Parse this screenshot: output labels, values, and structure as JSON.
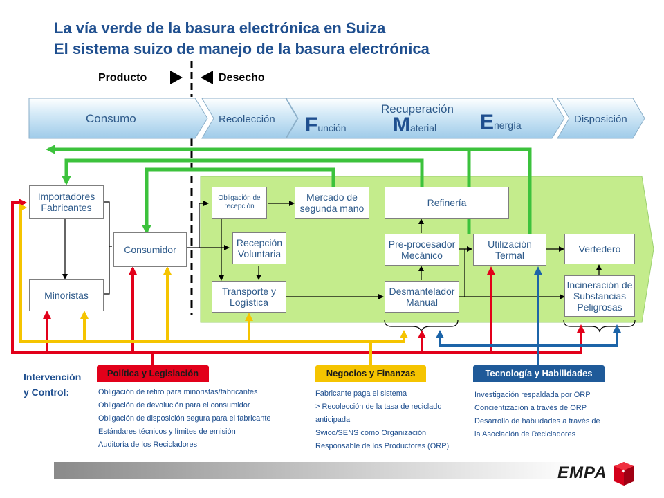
{
  "title": {
    "line1": "La vía verde de la basura electrónica en Suiza",
    "line2": "El sistema suizo de manejo de la basura electrónica"
  },
  "phase": {
    "left": "Producto",
    "right": "Desecho"
  },
  "stages": {
    "consumo": "Consumo",
    "recoleccion": "Recolección",
    "recuperacion": "Recuperación",
    "funcion_initial": "F",
    "funcion_rest": "unción",
    "material_initial": "M",
    "material_rest": "aterial",
    "energia_initial": "E",
    "energia_rest": "nergía",
    "disposicion": "Disposición"
  },
  "boxes": {
    "importadores": "Importadores Fabricantes",
    "minoristas": "Minoristas",
    "consumidor": "Consumidor",
    "obligacion": "Obligación de recepción",
    "mercado": "Mercado de segunda mano",
    "recepcion": "Recepción Voluntaria",
    "transporte": "Transporte y Logística",
    "refineria": "Refinería",
    "preprocesador": "Pre-procesador Mecánico",
    "desmantelador": "Desmantelador Manual",
    "utilizacion": "Utilización Termal",
    "vertedero": "Vertedero",
    "incineracion": "Incineración de Substancias Peligrosas"
  },
  "control": {
    "label_line1": "Intervención",
    "label_line2": "y Control:",
    "politica": {
      "title": "Política y Legislación",
      "items": [
        "Obligación de retiro para minoristas/fabricantes",
        "Obligación de devolución para el consumidor",
        "Obligación de disposición segura para el fabricante",
        "Estándares técnicos y límites de emisión",
        "Auditoría de los Recicladores"
      ]
    },
    "negocios": {
      "title": "Negocios y Finanzas",
      "items": [
        "Fabricante paga el sistema",
        "> Recolección de la tasa de reciclado",
        "anticipada",
        "Swico/SENS como Organización",
        "Responsable de los Productores (ORP)"
      ]
    },
    "tecnologia": {
      "title": "Tecnología y Habilidades",
      "items": [
        "Investigación respaldada por ORP",
        "Concientización a través de ORP",
        "Desarrollo de habilidades a través de",
        "la Asociación de Recicladores"
      ]
    }
  },
  "logo": "EMPA",
  "colors": {
    "red": "#e2001a",
    "yellow": "#f5c400",
    "blue": "#1c64a8",
    "green": "#3cc23c",
    "panel": "#c4ec8c",
    "title": "#1f4f8f",
    "category_red": "#e2001a",
    "category_yellow": "#f5c400",
    "category_blue": "#1f5a99"
  }
}
